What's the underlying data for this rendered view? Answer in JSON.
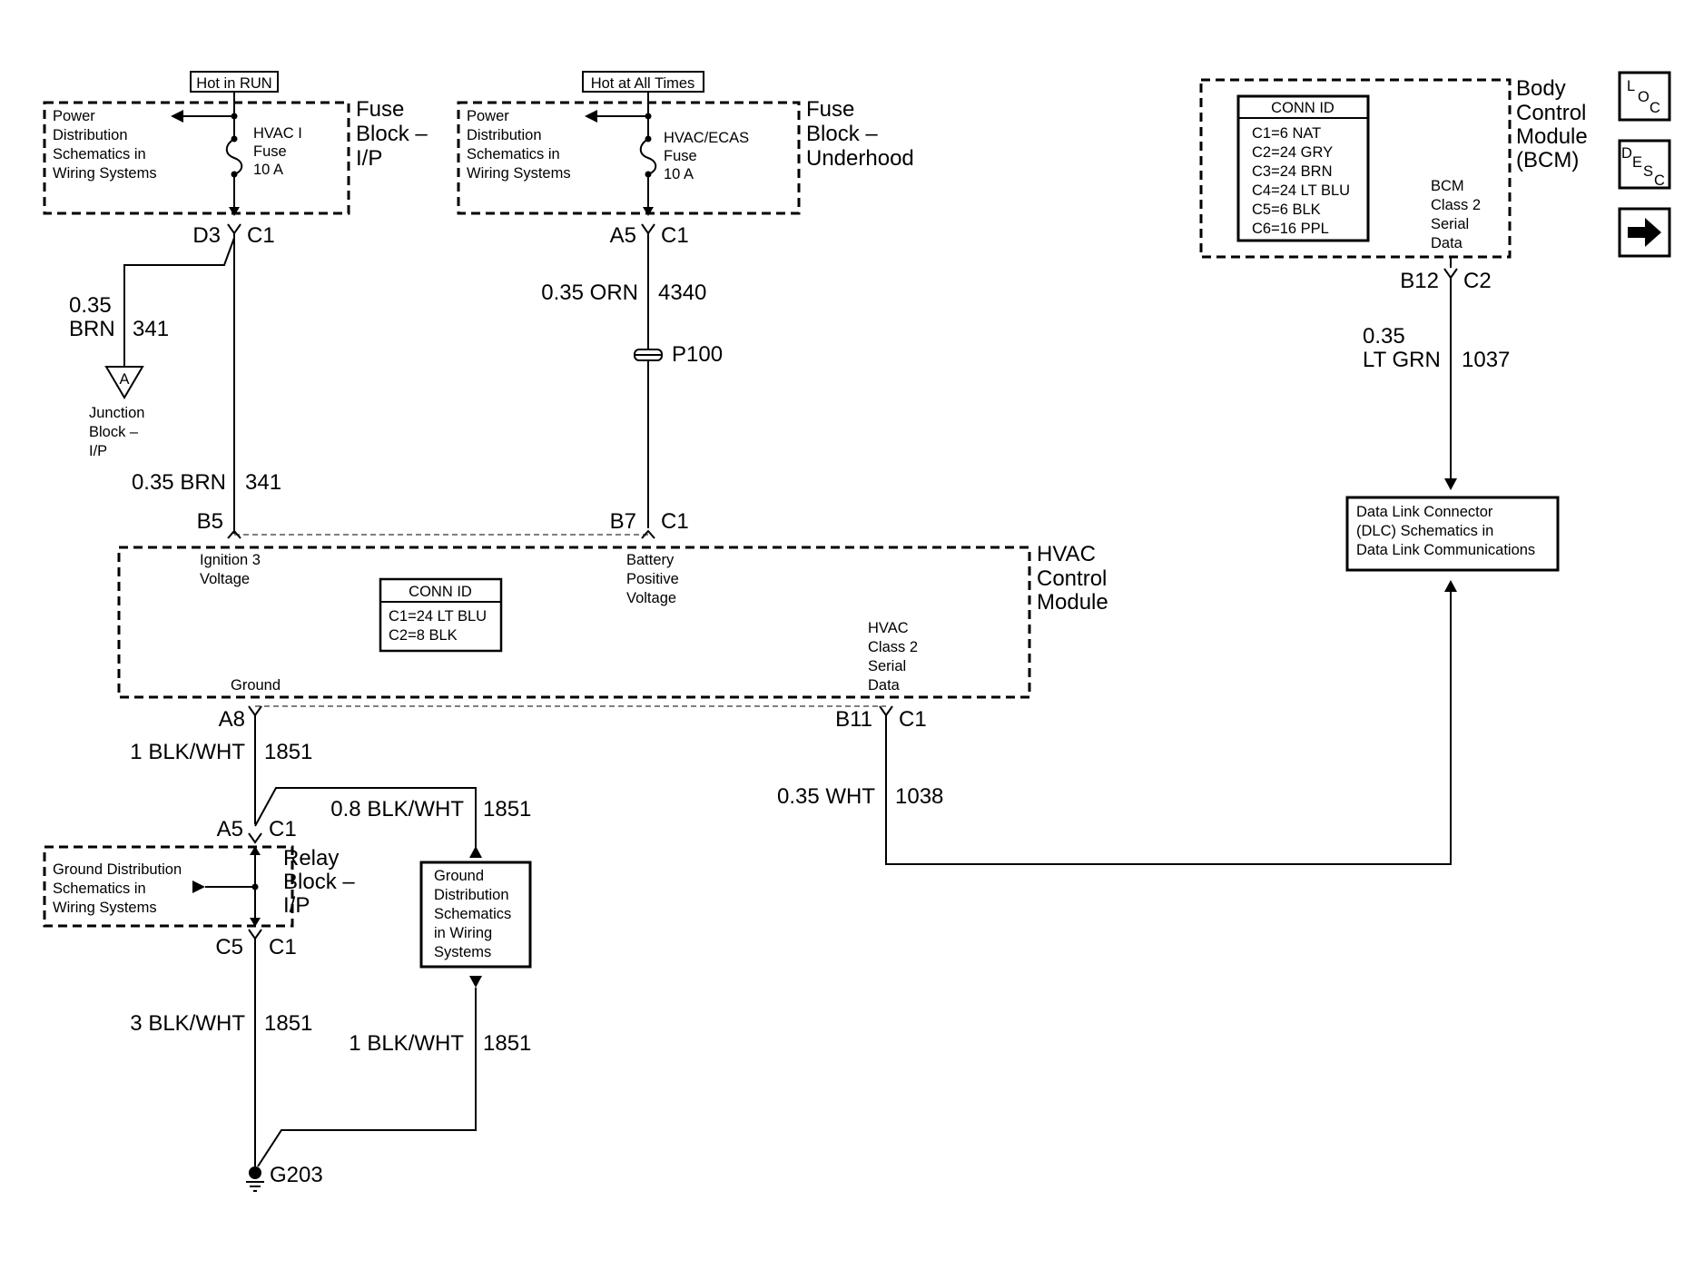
{
  "fuse_block_ip": {
    "hot_label": "Hot in RUN",
    "pd_lines": [
      "Power",
      "Distribution",
      "Schematics in",
      "Wiring Systems"
    ],
    "fuse_lines": [
      "HVAC I",
      "Fuse",
      "10 A"
    ],
    "name_lines": [
      "Fuse",
      "Block –",
      "I/P"
    ],
    "pin": "D3",
    "conn": "C1"
  },
  "fuse_block_underhood": {
    "hot_label": "Hot at All Times",
    "pd_lines": [
      "Power",
      "Distribution",
      "Schematics in",
      "Wiring Systems"
    ],
    "fuse_lines": [
      "HVAC/ECAS",
      "Fuse",
      "10 A"
    ],
    "name_lines": [
      "Fuse",
      "Block –",
      "Underhood"
    ],
    "pin": "A5",
    "conn": "C1"
  },
  "junction": {
    "wire_size": "0.35",
    "wire_color": "BRN",
    "circuit": "341",
    "symbol": "A",
    "label_lines": [
      "Junction",
      "Block –",
      "I/P"
    ]
  },
  "wire_341": {
    "spec": "0.35 BRN",
    "circuit": "341"
  },
  "wire_4340": {
    "spec": "0.35 ORN",
    "circuit": "4340"
  },
  "splice": "P100",
  "bcm": {
    "conn_id_title": "CONN ID",
    "conn_ids": [
      "C1=6 NAT",
      "C2=24 GRY",
      "C3=24 BRN",
      "C4=24 LT BLU",
      "C5=6 BLK",
      "C6=16 PPL"
    ],
    "name_lines": [
      "Body",
      "Control",
      "Module",
      "(BCM)"
    ],
    "data_lines": [
      "BCM",
      "Class 2",
      "Serial",
      "Data"
    ],
    "pin": "B12",
    "conn": "C2"
  },
  "wire_1037": {
    "size": "0.35",
    "color": "LT GRN",
    "circuit": "1037"
  },
  "dlc_lines": [
    "Data Link Connector",
    "(DLC) Schematics in",
    "Data Link Communications"
  ],
  "nav": {
    "loc": [
      "L",
      "O",
      "C"
    ],
    "desc": [
      "D",
      "E",
      "S",
      "C"
    ]
  },
  "hvac": {
    "pin_b5": "B5",
    "pin_b7": "B7",
    "conn_b7": "C1",
    "ign_lines": [
      "Ignition 3",
      "Voltage"
    ],
    "bat_lines": [
      "Battery",
      "Positive",
      "Voltage"
    ],
    "conn_id_title": "CONN ID",
    "conn_ids": [
      "C1=24 LT BLU",
      "C2=8 BLK"
    ],
    "data_lines": [
      "HVAC",
      "Class 2",
      "Serial",
      "Data"
    ],
    "ground": "Ground",
    "name_lines": [
      "HVAC",
      "Control",
      "Module"
    ],
    "pin_a8": "A8",
    "pin_b11": "B11",
    "conn_b11": "C1"
  },
  "wire_1851_a": {
    "spec": "1 BLK/WHT",
    "circuit": "1851"
  },
  "wire_1038": {
    "spec": "0.35 WHT",
    "circuit": "1038"
  },
  "relay_block": {
    "pin_top": "A5",
    "conn_top": "C1",
    "pin_bottom": "C5",
    "conn_bottom": "C1",
    "gd_lines": [
      "Ground Distribution",
      "Schematics in",
      "Wiring Systems"
    ],
    "name_lines": [
      "Relay",
      "Block –",
      "I/P"
    ]
  },
  "wire_1851_b": {
    "spec": "0.8 BLK/WHT",
    "circuit": "1851"
  },
  "gd_box_lines": [
    "Ground",
    "Distribution",
    "Schematics",
    "in Wiring",
    "Systems"
  ],
  "wire_1851_c": {
    "spec": "3 BLK/WHT",
    "circuit": "1851"
  },
  "wire_1851_d": {
    "spec": "1 BLK/WHT",
    "circuit": "1851"
  },
  "ground": "G203"
}
